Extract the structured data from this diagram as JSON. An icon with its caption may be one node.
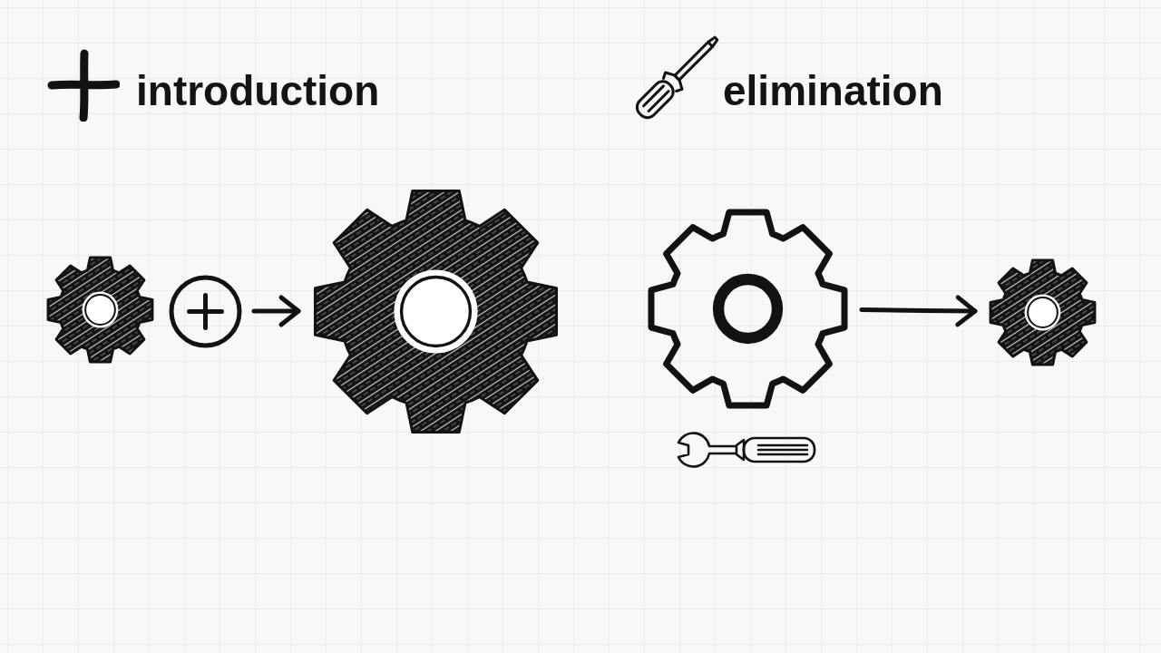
{
  "diagram": {
    "nodes": [
      {
        "text": [],
        "shape": "gear"
      },
      {
        "text": [],
        "shape": "circle"
      },
      {
        "text": [],
        "shape": "gear"
      },
      {
        "text": [],
        "shape": "gear"
      },
      {
        "text": [],
        "shape": "gear"
      }
    ],
    "edges": [
      {
        "from": 1,
        "to": 2,
        "arrow": "to"
      },
      {
        "from": 3,
        "to": 4,
        "arrow": "to"
      }
    ],
    "labels": [
      "introduction",
      "elimination"
    ]
  }
}
